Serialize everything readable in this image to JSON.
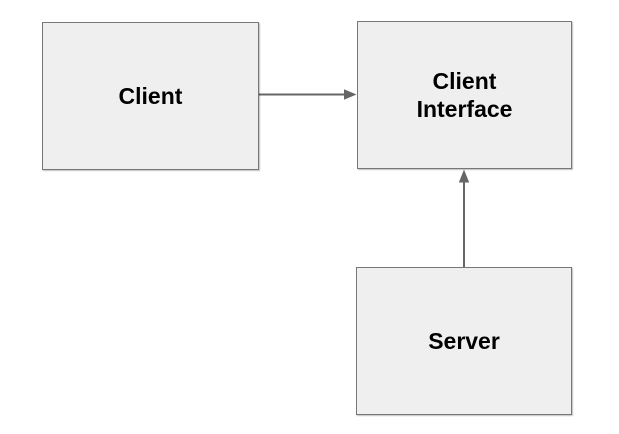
{
  "diagram": {
    "colors": {
      "background": "#ffffff",
      "node_fill": "#efefef",
      "node_border": "#777777",
      "arrow": "#666666",
      "label": "#000000"
    },
    "nodes": {
      "client": {
        "label": "Client"
      },
      "client_interface": {
        "label": "Client\nInterface"
      },
      "server": {
        "label": "Server"
      }
    },
    "edges": [
      {
        "from": "Client",
        "to": "Client Interface",
        "direction": "right",
        "style": "solid-arrow"
      },
      {
        "from": "Server",
        "to": "Client Interface",
        "direction": "up",
        "style": "solid-arrow"
      }
    ]
  }
}
